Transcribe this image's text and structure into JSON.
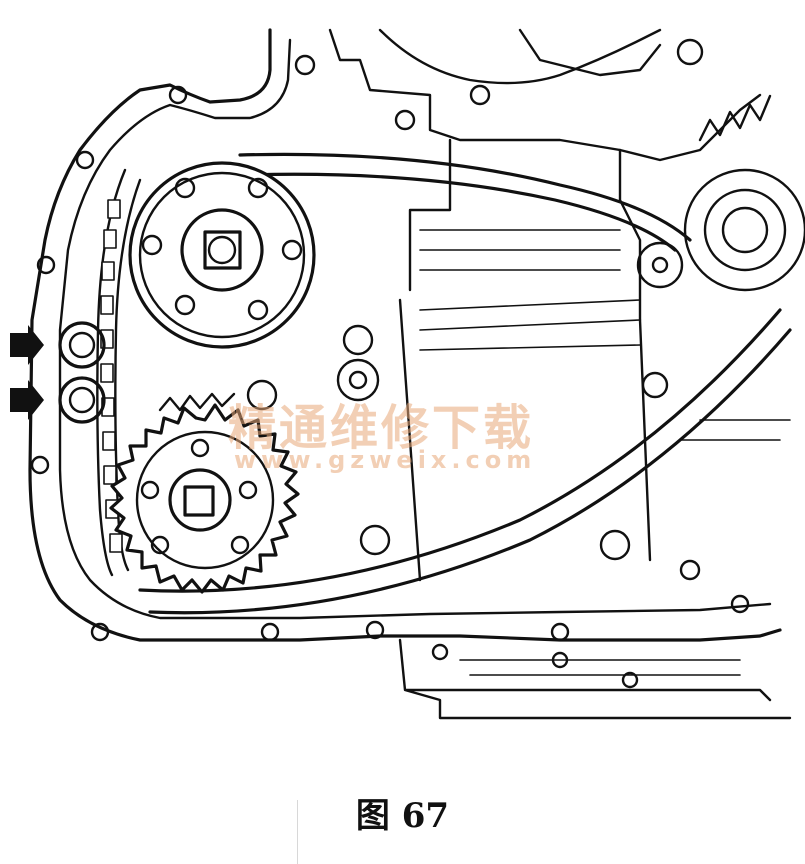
{
  "figure": {
    "caption": "图 67"
  },
  "watermark": {
    "brand": "精通维修下载",
    "url": "www.gzweix.com",
    "color": "#e8a878"
  },
  "diagram": {
    "subject": "engine timing chain cover area with camshaft sprockets, crankshaft sprocket, chain guide and drive belt",
    "line_color": "#111111",
    "background": "#ffffff"
  }
}
